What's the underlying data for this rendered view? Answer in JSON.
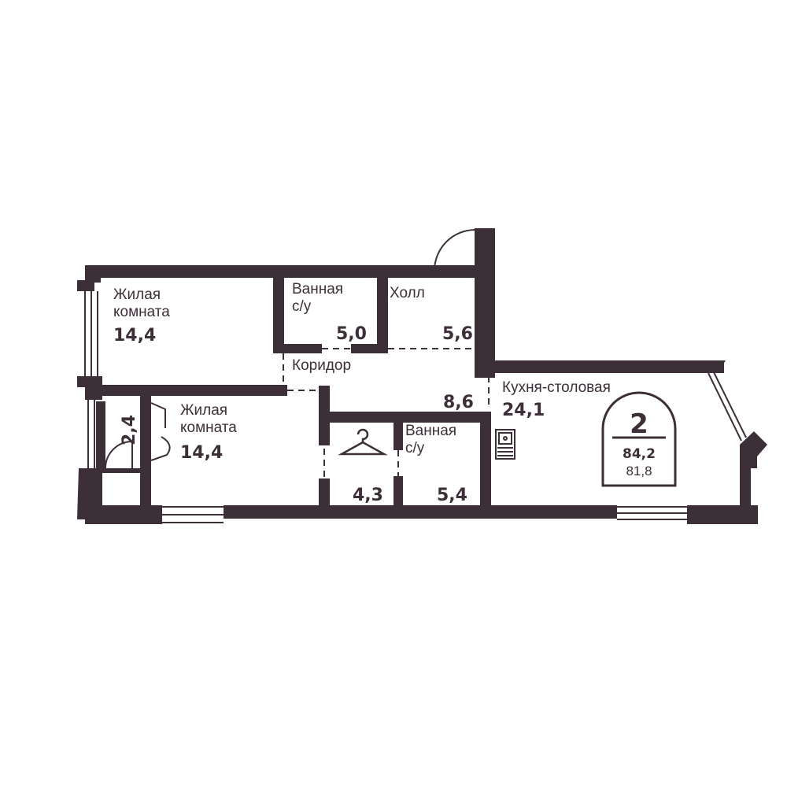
{
  "colors": {
    "wall": "#3c2f38",
    "background": "#ffffff"
  },
  "rooms": {
    "living1": {
      "name": "Жилая\nкомната",
      "area": "14,4"
    },
    "bath1": {
      "name": "Ванная\nс/у",
      "area": "5,0"
    },
    "hall": {
      "name": "Холл",
      "area": "5,6"
    },
    "corridor": {
      "name": "Коридор",
      "area": "8,6"
    },
    "kitchen": {
      "name": "Кухня-столовая",
      "area": "24,1"
    },
    "living2": {
      "name": "Жилая\nкомната",
      "area": "14,4"
    },
    "wardrobe": {
      "icon": "hanger-icon",
      "area": "4,3"
    },
    "bath2": {
      "name": "Ванная\nс/у",
      "area": "5,4"
    },
    "balcony": {
      "area": "2,4"
    }
  },
  "badge": {
    "rooms": "2",
    "total_area": "84,2",
    "living_area": "81,8"
  },
  "icons": [
    "door-swing-icon",
    "hanger-icon",
    "sink-icon",
    "window-icon"
  ]
}
